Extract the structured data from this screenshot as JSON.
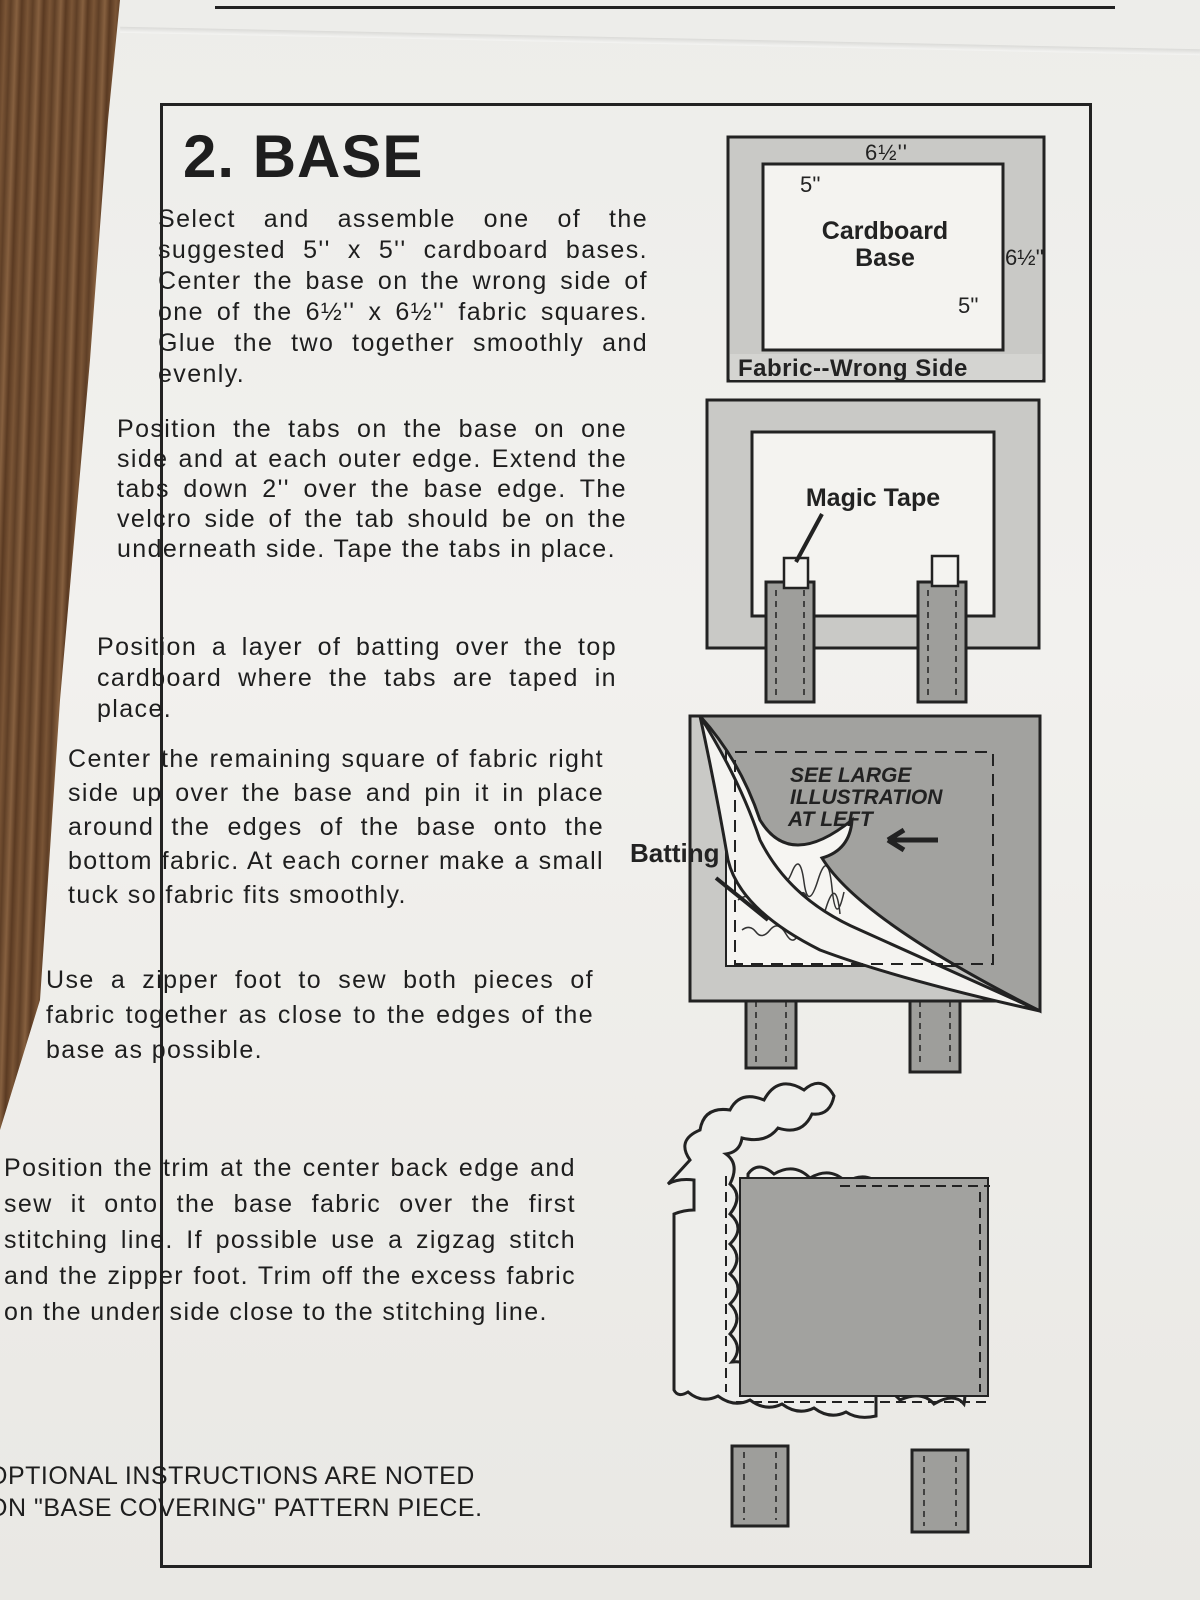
{
  "section": {
    "title": "2. BASE"
  },
  "paragraphs": [
    "Select and assemble one of the suggested 5'' x 5'' cardboard bases. Center the base on the wrong side of one of the 6½'' x 6½'' fabric squares. Glue the two together smoothly and evenly.",
    "Position the tabs on the base on one side and at each outer edge. Extend the tabs down 2'' over the base edge. The velcro side of the tab should be on the underneath side. Tape the tabs in place.",
    "Position a layer of batting over the top cardboard where the tabs are taped in place.",
    "Center the remaining square of fabric right side up over the base and pin it in place around the edges of the base onto the bottom fabric. At each corner make a small tuck so fabric fits smoothly.",
    "Use a zipper foot to sew both pieces of fabric together as close to the edges of the base as possible.",
    "Position the trim at the center back edge and sew it onto the base fabric over the first stitching line. If possible use a zigzag stitch and the zipper foot. Trim off the excess fabric on the under side close to the stitching line."
  ],
  "optional_note": {
    "line1": "OPTIONAL INSTRUCTIONS ARE NOTED",
    "line2": "ON \"BASE COVERING\" PATTERN PIECE."
  },
  "figure1": {
    "top_dim": "6½''",
    "inner_top_dim": "5''",
    "side_dim": "6½''",
    "inner_side_dim": "5''",
    "center_line1": "Cardboard",
    "center_line2": "Base",
    "caption": "Fabric--Wrong Side"
  },
  "figure2": {
    "label": "Magic Tape"
  },
  "figure3": {
    "note_line1": "SEE LARGE",
    "note_line2": "ILLUSTRATION",
    "note_line3": "AT LEFT",
    "batting_label": "Batting"
  },
  "colors": {
    "ink": "#1e1e1e",
    "fabric_gray": "#c9c9c6",
    "dark_gray": "#a2a29f",
    "paper": "#efeeeb"
  }
}
